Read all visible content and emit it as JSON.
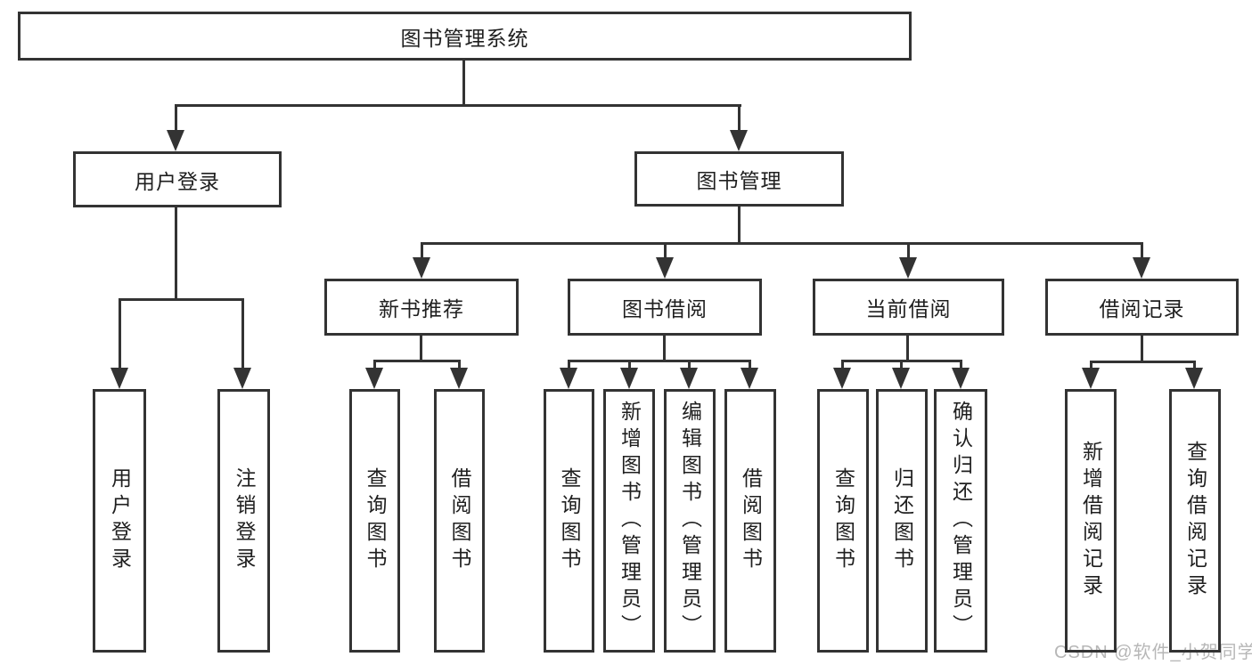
{
  "diagram": {
    "root": {
      "label": "图书管理系统"
    },
    "user_login": {
      "label": "用户登录",
      "children": {
        "login": {
          "label": "用户登录"
        },
        "logout": {
          "label": "注销登录"
        }
      }
    },
    "book_mgmt": {
      "label": "图书管理",
      "sections": {
        "new_books": {
          "label": "新书推荐",
          "children": {
            "query": {
              "label": "查询图书"
            },
            "borrow": {
              "label": "借阅图书"
            }
          }
        },
        "book_borrow": {
          "label": "图书借阅",
          "children": {
            "query": {
              "label": "查询图书"
            },
            "add": {
              "label": "新增图书（管理员）"
            },
            "edit": {
              "label": "编辑图书（管理员）"
            },
            "borrow": {
              "label": "借阅图书"
            }
          }
        },
        "current_borrow": {
          "label": "当前借阅",
          "children": {
            "query": {
              "label": "查询图书"
            },
            "return": {
              "label": "归还图书"
            },
            "confirm": {
              "label": "确认归还（管理员）"
            }
          }
        },
        "borrow_records": {
          "label": "借阅记录",
          "children": {
            "add": {
              "label": "新增借阅记录"
            },
            "query": {
              "label": "查询借阅记录"
            }
          }
        }
      }
    }
  },
  "watermark": {
    "text": "CSDN @软件_小贺同学"
  },
  "colors": {
    "line": "#333333",
    "text": "#1f1f1f",
    "watermark": "#b7b7b7",
    "background": "#ffffff"
  }
}
